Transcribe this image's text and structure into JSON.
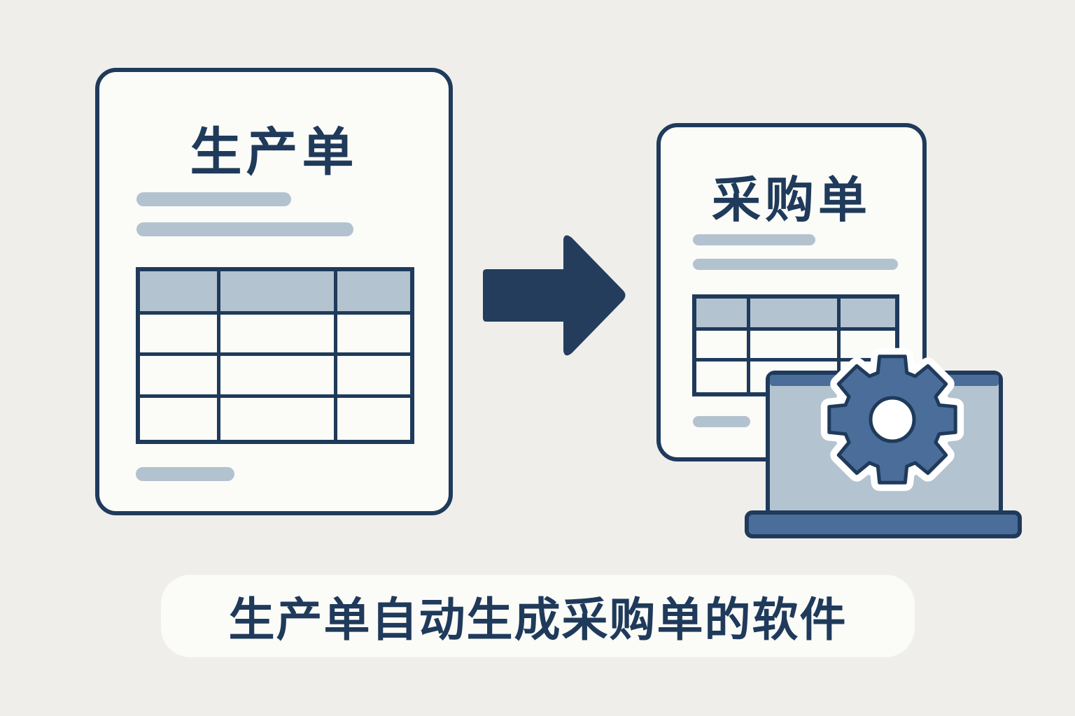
{
  "production_order": {
    "title": "生产单"
  },
  "purchase_order": {
    "title": "采购单"
  },
  "caption": "生产单自动生成采购单的软件",
  "icons": {
    "arrow": "arrow-right-icon",
    "laptop": "laptop-icon",
    "gear": "gear-icon"
  },
  "colors": {
    "dark": "#1f3a5a",
    "accent": "#4a6d9a",
    "light": "#b3c3d0",
    "background": "#efeeeb",
    "paper": "#fbfbf8"
  }
}
